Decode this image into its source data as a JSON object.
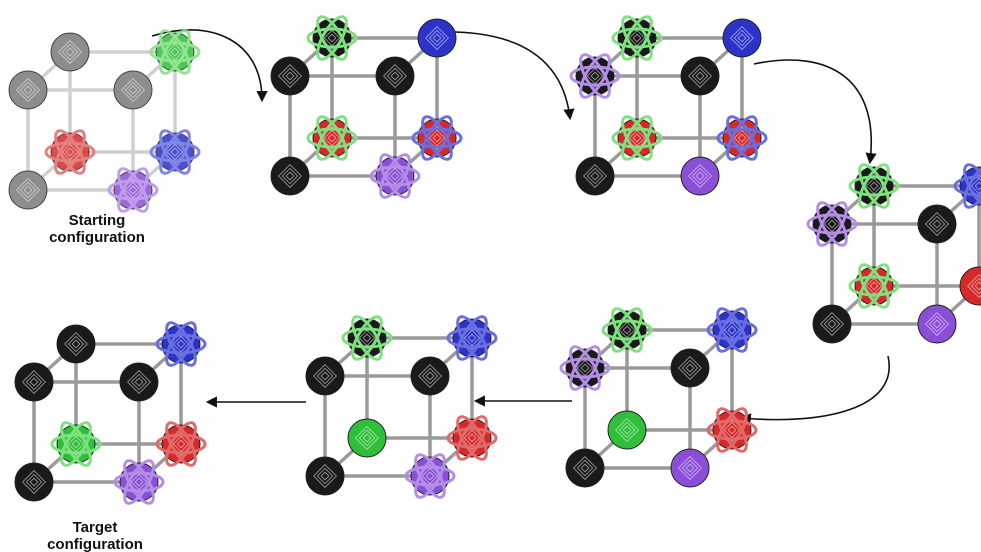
{
  "captions": {
    "start_line1": "Starting",
    "start_line2": "configuration",
    "target_line1": "Target",
    "target_line2": "configuration"
  },
  "colors": {
    "black": "#1a1a1a",
    "blue": "#2b33c9",
    "red": "#d62a2a",
    "green": "#2fbf3a",
    "purple": "#8a4fd6",
    "light_blue": "#6a6fe0",
    "light_red": "#e06a6a",
    "light_green": "#7fe07f",
    "light_purple": "#b28ee6",
    "grey": "#7a7a7a",
    "frame": "#9a9a9a",
    "arrow": "#111111"
  },
  "stages": [
    {
      "name": "starting-configuration",
      "faded": true,
      "atoms": [
        [
          "grey",
          "plain"
        ],
        [
          "green",
          "orbit"
        ],
        [
          "grey",
          "plain"
        ],
        [
          "grey",
          "plain"
        ],
        [
          "red",
          "orbit"
        ],
        [
          "blue",
          "orbit"
        ],
        [
          "grey",
          "plain"
        ],
        [
          "purple",
          "orbit"
        ]
      ]
    },
    {
      "name": "step-1",
      "atoms": [
        [
          "black",
          "orbit-green"
        ],
        [
          "blue",
          "plain"
        ],
        [
          "black",
          "plain"
        ],
        [
          "black",
          "plain"
        ],
        [
          "red",
          "orbit-green"
        ],
        [
          "red",
          "orbit-blue"
        ],
        [
          "black",
          "plain"
        ],
        [
          "purple",
          "orbit"
        ]
      ]
    },
    {
      "name": "step-2",
      "atoms": [
        [
          "black",
          "orbit-green"
        ],
        [
          "blue",
          "plain"
        ],
        [
          "black",
          "orbit-purple"
        ],
        [
          "black",
          "plain"
        ],
        [
          "red",
          "orbit-green"
        ],
        [
          "red",
          "orbit-blue"
        ],
        [
          "black",
          "plain"
        ],
        [
          "purple",
          "plain"
        ]
      ]
    },
    {
      "name": "step-3",
      "atoms": [
        [
          "black",
          "orbit-green"
        ],
        [
          "blue",
          "orbit"
        ],
        [
          "black",
          "orbit-purple"
        ],
        [
          "black",
          "plain"
        ],
        [
          "red",
          "orbit-green"
        ],
        [
          "red",
          "plain"
        ],
        [
          "black",
          "plain"
        ],
        [
          "purple",
          "plain"
        ]
      ]
    },
    {
      "name": "step-4",
      "atoms": [
        [
          "black",
          "orbit-green"
        ],
        [
          "blue",
          "orbit"
        ],
        [
          "black",
          "orbit-purple"
        ],
        [
          "black",
          "plain"
        ],
        [
          "green",
          "plain"
        ],
        [
          "red",
          "orbit"
        ],
        [
          "black",
          "plain"
        ],
        [
          "purple",
          "plain"
        ]
      ]
    },
    {
      "name": "step-5",
      "atoms": [
        [
          "black",
          "orbit-green"
        ],
        [
          "blue",
          "orbit"
        ],
        [
          "black",
          "plain"
        ],
        [
          "black",
          "plain"
        ],
        [
          "green",
          "plain"
        ],
        [
          "red",
          "orbit"
        ],
        [
          "black",
          "plain"
        ],
        [
          "purple",
          "orbit"
        ]
      ]
    },
    {
      "name": "target-configuration",
      "atoms": [
        [
          "black",
          "plain"
        ],
        [
          "blue",
          "orbit"
        ],
        [
          "black",
          "plain"
        ],
        [
          "black",
          "plain"
        ],
        [
          "green",
          "orbit"
        ],
        [
          "red",
          "orbit"
        ],
        [
          "black",
          "plain"
        ],
        [
          "purple",
          "orbit"
        ]
      ]
    }
  ]
}
